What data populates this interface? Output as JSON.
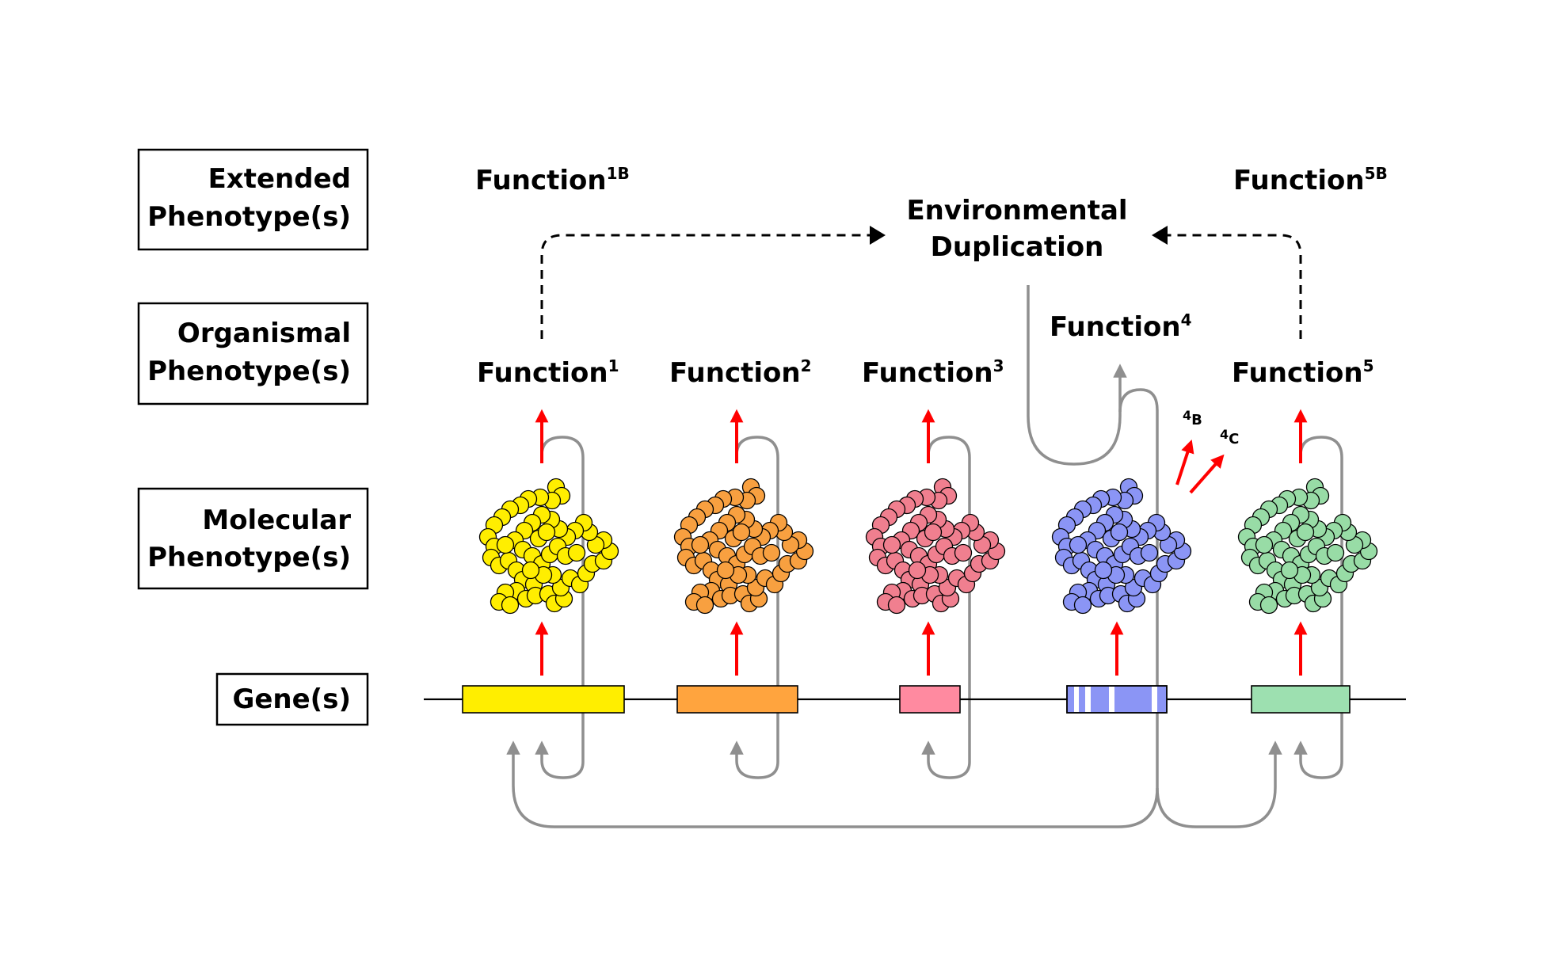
{
  "levels": [
    {
      "key": "extended",
      "line1": "Extended",
      "line2": "Phenotype(s)"
    },
    {
      "key": "organismal",
      "line1": "Organismal",
      "line2": "Phenotype(s)"
    },
    {
      "key": "molecular",
      "line1": "Molecular",
      "line2": "Phenotype(s)"
    },
    {
      "key": "genes",
      "line1": "Gene(s)",
      "line2": ""
    }
  ],
  "environmental": {
    "line1": "Environmental",
    "line2": "Duplication"
  },
  "functions": [
    {
      "base": "Function",
      "sup": "1"
    },
    {
      "base": "Function",
      "sup": "2"
    },
    {
      "base": "Function",
      "sup": "3"
    },
    {
      "base": "Function",
      "sup": "4"
    },
    {
      "base": "Function",
      "sup": "5"
    }
  ],
  "extended_functions": [
    {
      "base": "Function",
      "sup": "1B"
    },
    {
      "base": "Function",
      "sup": "5B"
    }
  ],
  "side_labels": [
    {
      "num": "4",
      "letter": "B"
    },
    {
      "num": "4",
      "letter": "C"
    }
  ],
  "colors": {
    "gene1": "#ffee00",
    "gene2": "#ffa43e",
    "gene3": "#ff8aa0",
    "gene4": "#8b95f5",
    "gene5": "#9de0b0",
    "bead1": "#ffee00",
    "bead2": "#f8a040",
    "bead3": "#f07f8f",
    "bead4": "#8b95f5",
    "bead5": "#98dca6",
    "feedback": "#8f8f8f",
    "expression": "#ff0000",
    "outline": "#000000"
  },
  "icons": [
    "protein-cluster-icon",
    "arrow-up-icon",
    "dashed-arrow-icon",
    "feedback-loop-icon"
  ]
}
